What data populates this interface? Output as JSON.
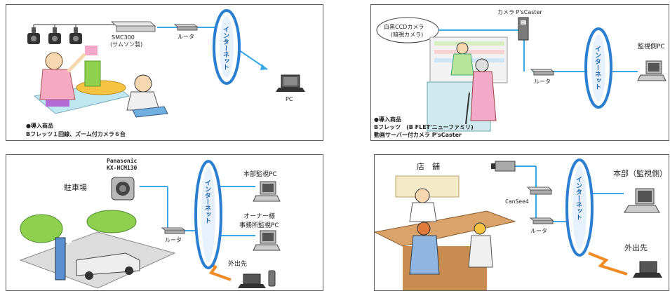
{
  "colors": {
    "link": "#39a9e6",
    "cloud": "#2a7fd1",
    "bolt": "#f08a24",
    "accent": "#8fd14f",
    "frame": "#5a5a5a"
  },
  "panel1": {
    "cloud_label": "インターネット",
    "router_label": "ルータ",
    "device_line1": "SMC300",
    "device_line2": "(サムソン製)",
    "pc_label": "PC",
    "intro_line1": "●導入商品",
    "intro_line2": "Bフレッツ１回線、ズーム付カメラ６台"
  },
  "panel2": {
    "camera_callout_line1": "白黒CCDカメラ",
    "camera_callout_line2": "(暗視カメラ)",
    "camera_label": "カメラ P'sCaster",
    "cloud_label": "インターネット",
    "router_label": "ルータ",
    "pc_label": "監視側PC",
    "intro_line1": "●導入商品",
    "intro_line2": "Bフレッツ　(B FLET'ニューファミリ)",
    "intro_line3": "動画サーバー付カメラ P'sCaster"
  },
  "panel3": {
    "camera_brand": "Panasonic",
    "camera_model": "KX-HCM130",
    "parking_label": "駐車場",
    "cloud_label": "インターネット",
    "router_label": "ルータ",
    "hq_pc_label": "本部監視PC",
    "owner_pc_line1": "オーナー様",
    "owner_pc_line2": "事務所監視PC",
    "outside_label": "外出先",
    "parking_sign": "P"
  },
  "panel4": {
    "store_label": "店　舗",
    "cansee_label": "CanSee4",
    "router_label": "ルータ",
    "cloud_label": "インターネット",
    "hq_label": "本部（監視側）",
    "outside_label": "外出先"
  }
}
